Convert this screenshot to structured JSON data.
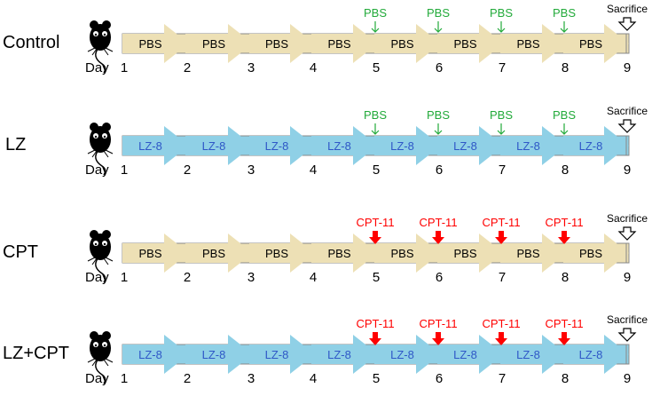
{
  "day_label": "Day",
  "day_numbers": [
    "1",
    "2",
    "3",
    "4",
    "5",
    "6",
    "7",
    "8",
    "9"
  ],
  "sacrifice_label": "Sacrifice",
  "colors": {
    "pbs_fill": "#ede0b5",
    "lz8_fill": "#8fd0e6",
    "pbs_text": "#000000",
    "lz8_text": "#2f58c7",
    "pbs_injection": "#22aa3a",
    "cpt_injection": "#ff0000"
  },
  "groups": [
    {
      "label": "Control",
      "segments": [
        "PBS",
        "PBS",
        "PBS",
        "PBS",
        "PBS",
        "PBS",
        "PBS",
        "PBS"
      ],
      "segment_type": "pbs",
      "injection": {
        "label": "PBS",
        "days": [
          "5",
          "6",
          "7",
          "8"
        ],
        "style": "thin"
      }
    },
    {
      "label": "LZ",
      "segments": [
        "LZ-8",
        "LZ-8",
        "LZ-8",
        "LZ-8",
        "LZ-8",
        "LZ-8",
        "LZ-8",
        "LZ-8"
      ],
      "segment_type": "lz8",
      "injection": {
        "label": "PBS",
        "days": [
          "5",
          "6",
          "7",
          "8"
        ],
        "style": "thin"
      }
    },
    {
      "label": "CPT",
      "segments": [
        "PBS",
        "PBS",
        "PBS",
        "PBS",
        "PBS",
        "PBS",
        "PBS",
        "PBS"
      ],
      "segment_type": "pbs",
      "injection": {
        "label": "CPT-11",
        "days": [
          "5",
          "6",
          "7",
          "8"
        ],
        "style": "bold"
      }
    },
    {
      "label": "LZ+CPT",
      "segments": [
        "LZ-8",
        "LZ-8",
        "LZ-8",
        "LZ-8",
        "LZ-8",
        "LZ-8",
        "LZ-8",
        "LZ-8"
      ],
      "segment_type": "lz8",
      "injection": {
        "label": "CPT-11",
        "days": [
          "5",
          "6",
          "7",
          "8"
        ],
        "style": "bold"
      }
    }
  ]
}
